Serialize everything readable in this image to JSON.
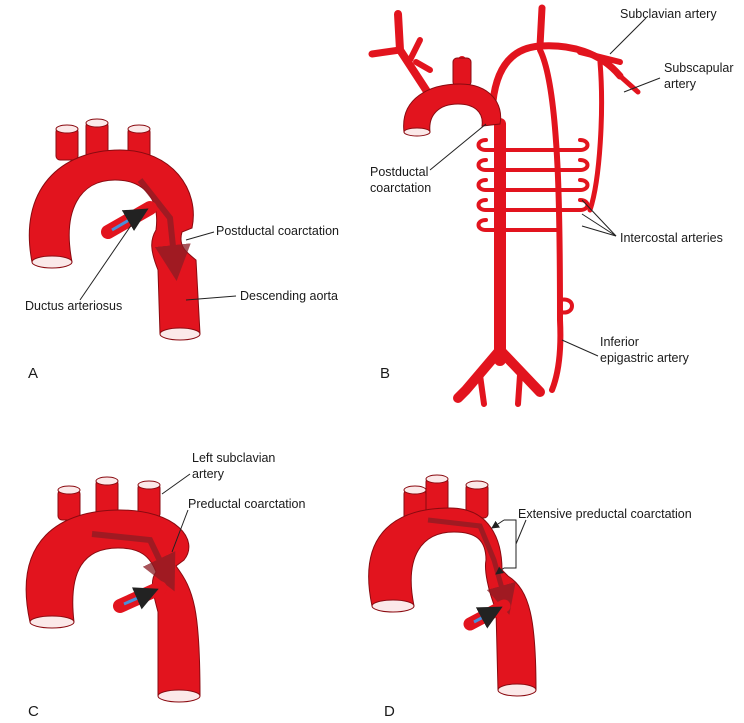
{
  "figure": {
    "panels": [
      {
        "letter": "A",
        "labels": {
          "postductal": "Postductal coarctation",
          "ductus": "Ductus arteriosus",
          "descending": "Descending aorta"
        }
      },
      {
        "letter": "B",
        "labels": {
          "subclavian": "Subclavian artery",
          "subscapular_1": "Subscapular",
          "subscapular_2": "artery",
          "postductal_1": "Postductal",
          "postductal_2": "coarctation",
          "intercostal": "Intercostal arteries",
          "epigastric_1": "Inferior",
          "epigastric_2": "epigastric artery"
        }
      },
      {
        "letter": "C",
        "labels": {
          "left_subclavian_1": "Left subclavian",
          "left_subclavian_2": "artery",
          "preductal": "Preductal coarctation"
        }
      },
      {
        "letter": "D",
        "labels": {
          "extensive": "Extensive preductal coarctation"
        }
      }
    ],
    "colors": {
      "artery": "#e2141e",
      "artery_outline": "#8a0a10",
      "flow_arrow": "#8b1c24",
      "ductus_flow": "#4a8fd8",
      "lumen": "#fbe9e9"
    }
  }
}
